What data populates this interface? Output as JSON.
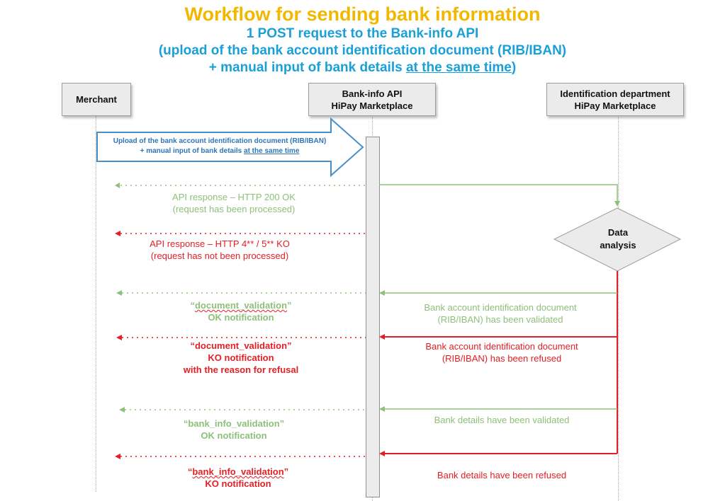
{
  "title": {
    "main": "Workflow for sending bank information",
    "line2": "1 POST request to the Bank-info API",
    "line3": "(upload of the bank account identification document (RIB/IBAN)",
    "line4_prefix": "+ manual input of bank details ",
    "line4_underlined": "at the same time",
    "line4_suffix": ")"
  },
  "actors": {
    "merchant": "Merchant",
    "api_line1": "Bank-info API",
    "api_line2": "HiPay Marketplace",
    "dept_line1": "Identification department",
    "dept_line2": "HiPay Marketplace"
  },
  "upload": {
    "line1": "Upload of the bank account identification document (RIB/IBAN)",
    "line2_prefix": "+ manual input of bank details ",
    "line2_underlined": "at the same time"
  },
  "decision": {
    "line1": "Data",
    "line2": "analysis"
  },
  "messages": {
    "api_ok_line1": "API response – HTTP 200 OK",
    "api_ok_line2": "(request has been processed)",
    "api_ko_line1": "API response – HTTP 4** / 5** KO",
    "api_ko_line2": "(request has not been processed)",
    "doc_ok_line1_quote_open": "“",
    "doc_ok_line1_key": "document_validation",
    "doc_ok_line1_quote_close": "”",
    "doc_ok_line2": "OK notification",
    "doc_validated_line1": "Bank account identification document",
    "doc_validated_line2": "(RIB/IBAN) has been validated",
    "doc_ko_line1": "“document_validation”",
    "doc_ko_line2": "KO notification",
    "doc_ko_line3": "with the reason for refusal",
    "doc_refused_line1": "Bank account identification document",
    "doc_refused_line2": "(RIB/IBAN) has been refused",
    "bank_ok_line1": "“bank_info_validation”",
    "bank_ok_line2": "OK notification",
    "bank_validated": "Bank details have been validated",
    "bank_ko_line1_quote_open": "“",
    "bank_ko_line1_key": "bank_info_validation",
    "bank_ko_line1_quote_close": "”",
    "bank_ko_line2": "KO notification",
    "bank_refused": "Bank details have been refused"
  },
  "colors": {
    "title_main": "#f2b800",
    "title_sub": "#1aa0d8",
    "ok_green": "#8dc07a",
    "ko_red": "#e31e24",
    "upload_blue": "#2e75b6"
  }
}
